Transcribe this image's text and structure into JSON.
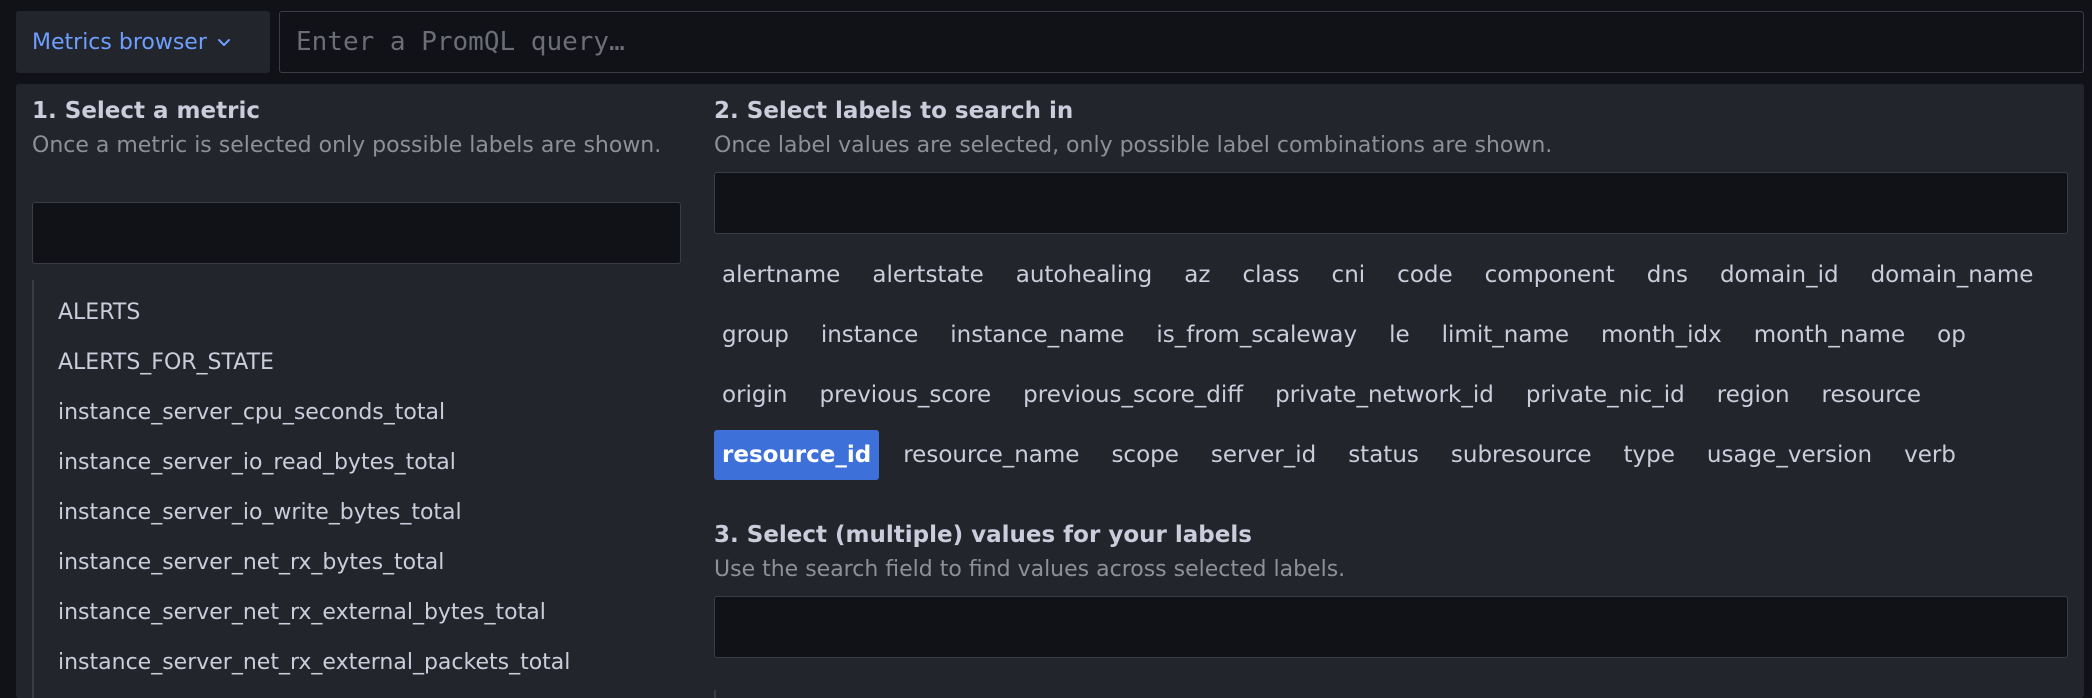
{
  "topbar": {
    "metrics_browser_label": "Metrics browser",
    "query_placeholder": "Enter a PromQL query…"
  },
  "step1": {
    "title": "1. Select a metric",
    "description": "Once a metric is selected only possible labels are shown.",
    "search_value": "",
    "metrics": [
      "ALERTS",
      "ALERTS_FOR_STATE",
      "instance_server_cpu_seconds_total",
      "instance_server_io_read_bytes_total",
      "instance_server_io_write_bytes_total",
      "instance_server_net_rx_bytes_total",
      "instance_server_net_rx_external_bytes_total",
      "instance_server_net_rx_external_packets_total"
    ]
  },
  "step2": {
    "title": "2. Select labels to search in",
    "description": "Once label values are selected, only possible label combinations are shown.",
    "search_value": "",
    "label_rows": [
      [
        "alertname",
        "alertstate",
        "autohealing",
        "az",
        "class",
        "cni",
        "code",
        "component",
        "dns",
        "domain_id",
        "domain_name"
      ],
      [
        "group",
        "instance",
        "instance_name",
        "is_from_scaleway",
        "le",
        "limit_name",
        "month_idx",
        "month_name",
        "op"
      ],
      [
        "origin",
        "previous_score",
        "previous_score_diff",
        "private_network_id",
        "private_nic_id",
        "region",
        "resource"
      ],
      [
        "resource_id",
        "resource_name",
        "scope",
        "server_id",
        "status",
        "subresource",
        "type",
        "usage_version",
        "verb"
      ]
    ],
    "selected_label": "resource_id"
  },
  "step3": {
    "title": "3. Select (multiple) values for your labels",
    "description": "Use the search field to find values across selected labels.",
    "search_value": ""
  },
  "colors": {
    "accent": "#6e9fff",
    "selected_chip": "#3d71d9",
    "panel_bg": "#22252b",
    "page_bg": "#111217"
  }
}
